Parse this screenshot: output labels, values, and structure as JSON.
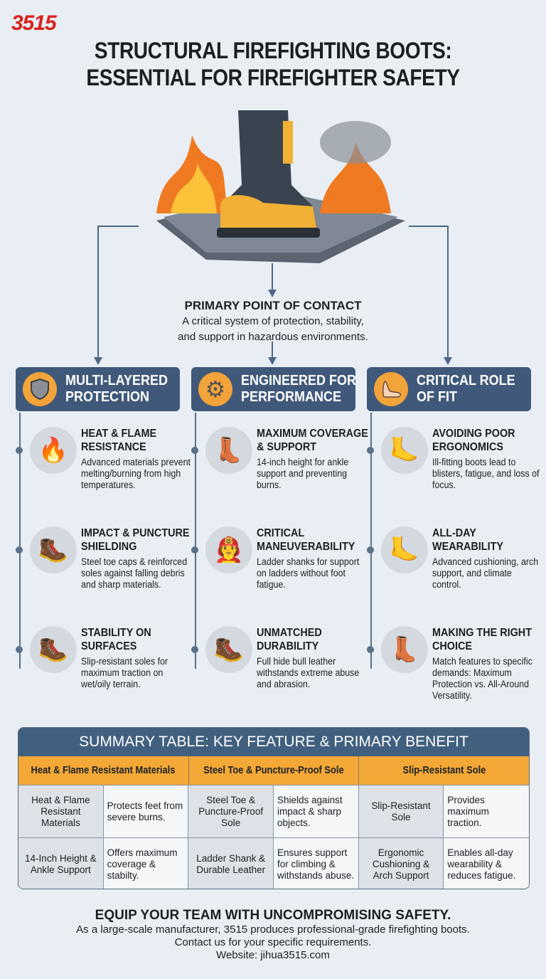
{
  "logo": "3515",
  "title": [
    "STRUCTURAL FIREFIGHTING BOOTS:",
    "ESSENTIAL FOR FIREFIGHTER SAFETY"
  ],
  "hero": {
    "heading": "PRIMARY POINT OF CONTACT",
    "description": [
      "A critical system of protection, stability,",
      "and support in hazardous environments."
    ]
  },
  "columns": [
    {
      "title": [
        "MULTI-LAYERED",
        "PROTECTION"
      ],
      "icon": "shield-icon",
      "items": [
        {
          "title": "HEAT & FLAME RESISTANCE",
          "text": "Advanced materials prevent melting/burning from high temperatures.",
          "icon": "flame-thermometer-icon"
        },
        {
          "title": "IMPACT & PUNCTURE SHIELDING",
          "text": "Steel toe caps & reinforced soles against falling debris and sharp materials.",
          "icon": "steel-toe-boot-icon"
        },
        {
          "title": "STABILITY ON SURFACES",
          "text": "Slip-resistant soles for maximum traction on wet/oily terrain.",
          "icon": "slip-resistant-sole-icon"
        }
      ]
    },
    {
      "title": [
        "ENGINEERED FOR",
        "PERFORMANCE"
      ],
      "icon": "gear-icon",
      "items": [
        {
          "title": "MAXIMUM COVERAGE & SUPPORT",
          "text": "14-inch height for ankle support and preventing burns.",
          "icon": "tall-boot-icon"
        },
        {
          "title": "CRITICAL MANEUVERABILITY",
          "text": "Ladder shanks for support on ladders without foot fatigue.",
          "icon": "firefighter-ladder-icon"
        },
        {
          "title": "UNMATCHED DURABILITY",
          "text": "Full hide bull leather withstands extreme abuse and abrasion.",
          "icon": "leather-boot-icon"
        }
      ]
    },
    {
      "title": [
        "CRITICAL ROLE",
        "OF FIT"
      ],
      "icon": "foot-icon",
      "items": [
        {
          "title": "AVOIDING POOR ERGONOMICS",
          "text": "Ill-fitting boots lead to blisters, fatigue, and loss of focus.",
          "icon": "blistered-foot-icon"
        },
        {
          "title": "ALL-DAY WEARABILITY",
          "text": "Advanced cushioning, arch support, and climate control.",
          "icon": "cushioned-insole-icon"
        },
        {
          "title": "MAKING THE RIGHT CHOICE",
          "text": "Match features to specific demands: Maximum Protection vs. All-Around Versatility.",
          "icon": "boot-pair-icon"
        }
      ]
    }
  ],
  "table": {
    "title": "SUMMARY TABLE: KEY FEATURE & PRIMARY BENEFIT",
    "headers": [
      "Heat & Flame Resistant Materials",
      "Steel Toe & Puncture-Proof Sole",
      "Slip-Resistant Sole"
    ],
    "rows": [
      [
        "Heat & Flame Resistant Materials",
        "Protects feet from severe burns.",
        "Steel Toe & Puncture-Proof Sole",
        "Shields against impact & sharp objects.",
        "Slip-Resistant Sole",
        "Provides maximum traction."
      ],
      [
        "14-Inch Height & Ankle Support",
        "Offers maximum coverage & stabilty.",
        "Ladder Shank & Durable Leather",
        "Ensures support for climbing & withstands abuse.",
        "Ergonomic Cushioning & Arch Support",
        "Enables all-day wearability & reduces fatigue."
      ]
    ]
  },
  "footer": {
    "heading": "EQUIP YOUR TEAM WITH UNCOMPROMISING SAFETY.",
    "lines": [
      "As a large-scale manufacturer, 3515 produces professional-grade firefighting boots.",
      "Contact us for your specific requirements.",
      "Website: jihua3515.com"
    ]
  },
  "colors": {
    "navy": "#40597a",
    "orange": "#f3a837",
    "red": "#d9211c",
    "background": "#e8eef3"
  }
}
